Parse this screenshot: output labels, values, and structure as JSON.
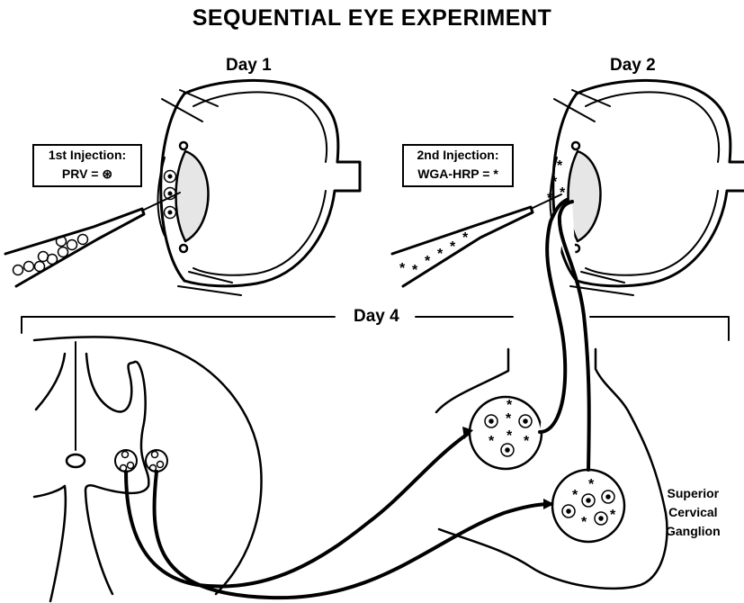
{
  "title": "SEQUENTIAL EYE EXPERIMENT",
  "day1_label": "Day 1",
  "day2_label": "Day 2",
  "day4_label": "Day 4",
  "injection1": {
    "title": "1st Injection:",
    "agent": "PRV =",
    "symbol": "⊛"
  },
  "injection2": {
    "title": "2nd Injection:",
    "agent": "WGA-HRP =",
    "symbol": "*"
  },
  "ganglion_label": [
    "Superior",
    "Cervical",
    "Ganglion"
  ]
}
